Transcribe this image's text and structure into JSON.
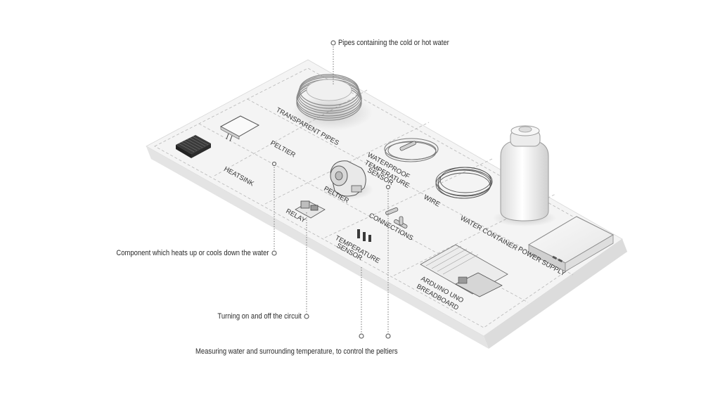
{
  "labels": {
    "transparent_pipes": "TRANSPARENT PIPES",
    "peltier_top": "PELTIER",
    "heatsink": "HEATSINK",
    "waterproof_sensor": [
      "WATERPROOF",
      "TEMPERATURE",
      "SENSOR"
    ],
    "peltier_pump": "PELTIER",
    "relay": "RELAY",
    "wire": "WIRE",
    "connections": "CONNECTIONS",
    "temperature_sensor": [
      "TEMPERATURE",
      "SENSOR"
    ],
    "water_container": "WATER CONTAINER",
    "power_supply": "POWER SUPPLY",
    "arduino": [
      "ARDUINO UNO",
      "BREADBOARD"
    ]
  },
  "callouts": {
    "pipes": "Pipes containing the cold or hot water",
    "peltier": "Component which heats up or cools down the water",
    "relay": "Turning on and off the circuit",
    "sensor": "Measuring water and surrounding temperature, to control the peltiers"
  }
}
